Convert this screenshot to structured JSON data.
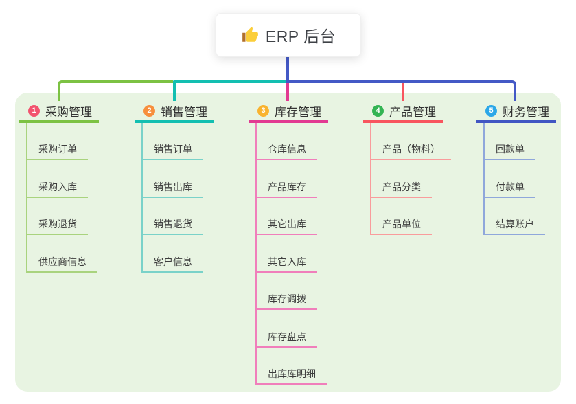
{
  "root": {
    "title": "ERP 后台",
    "icon": "thumbs-up-icon"
  },
  "colors": {
    "canvas_bg": "#e8f4e2",
    "trunk_indigo": "#4459c6",
    "trunk_green": "#7cc243",
    "trunk_teal": "#13bfb1",
    "center_drop_pink": "#e23a92",
    "product_drop_red": "#f8555f",
    "header_text": "#333333",
    "item_text": "#3d3d3d",
    "thumb_hand": "#fbce3a",
    "thumb_cuff": "#b06f2c"
  },
  "branches": [
    {
      "badge": "1",
      "title": "采购管理",
      "badge_color": "#f2536e",
      "line_color": "#7cc243",
      "item_line_color": "#a9d37e",
      "items": [
        "采购订单",
        "采购入库",
        "采购退货",
        "供应商信息"
      ]
    },
    {
      "badge": "2",
      "title": "销售管理",
      "badge_color": "#f78f3d",
      "line_color": "#13bfb1",
      "item_line_color": "#7ad2c9",
      "items": [
        "销售订单",
        "销售出库",
        "销售退货",
        "客户信息"
      ]
    },
    {
      "badge": "3",
      "title": "库存管理",
      "badge_color": "#f9b32f",
      "line_color": "#e23a92",
      "item_line_color": "#f07ebb",
      "items": [
        "仓库信息",
        "产品库存",
        "其它出库",
        "其它入库",
        "库存调拨",
        "库存盘点",
        "出库库明细"
      ]
    },
    {
      "badge": "4",
      "title": "产品管理",
      "badge_color": "#33b453",
      "line_color": "#f8555f",
      "item_line_color": "#f99c9c",
      "items": [
        "产品（物料）",
        "产品分类",
        "产品单位"
      ]
    },
    {
      "badge": "5",
      "title": "财务管理",
      "badge_color": "#2ba7e8",
      "line_color": "#4156c3",
      "item_line_color": "#8fa7db",
      "items": [
        "回款单",
        "付款单",
        "结算账户"
      ]
    }
  ]
}
